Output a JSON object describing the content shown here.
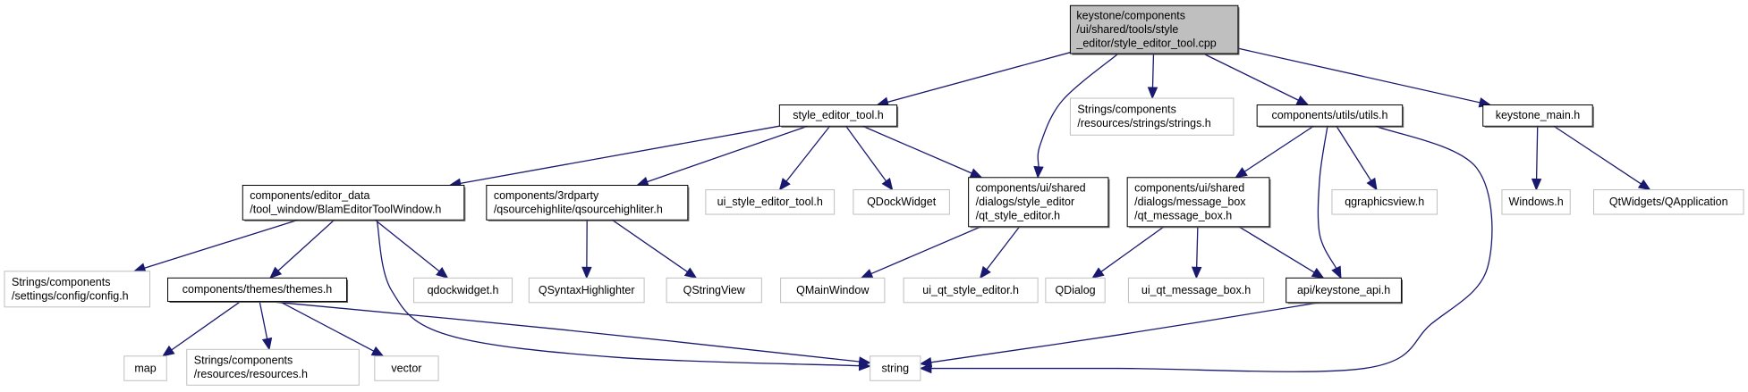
{
  "diagram": {
    "type": "include-dependency-graph",
    "colors": {
      "edge": "#191970",
      "root_fill": "#bfbfbf",
      "root_border": "#000000",
      "documented_border": "#000000",
      "external_border": "#bfbfbf",
      "node_fill": "#ffffff"
    },
    "nodes": [
      {
        "id": "root",
        "kind": "root",
        "lines": [
          "keystone/components",
          "/ui/shared/tools/style",
          "_editor/style_editor_tool.cpp"
        ]
      },
      {
        "id": "style_editor_tool_h",
        "kind": "documented",
        "lines": [
          "style_editor_tool.h"
        ]
      },
      {
        "id": "strings_h",
        "kind": "external",
        "lines": [
          "Strings/components",
          "/resources/strings/strings.h"
        ]
      },
      {
        "id": "utils_h",
        "kind": "documented",
        "lines": [
          "components/utils/utils.h"
        ]
      },
      {
        "id": "keystone_main_h",
        "kind": "documented",
        "lines": [
          "keystone_main.h"
        ]
      },
      {
        "id": "blam_tool_window_h",
        "kind": "documented",
        "lines": [
          "components/editor_data",
          "/tool_window/BlamEditorToolWindow.h"
        ]
      },
      {
        "id": "qsourcehighliter_h",
        "kind": "documented",
        "lines": [
          "components/3rdparty",
          "/qsourcehighlite/qsourcehighliter.h"
        ]
      },
      {
        "id": "ui_style_editor_tool_h",
        "kind": "external",
        "lines": [
          "ui_style_editor_tool.h"
        ]
      },
      {
        "id": "qdockwidget_cls",
        "kind": "external",
        "lines": [
          "QDockWidget"
        ]
      },
      {
        "id": "qt_style_editor_h",
        "kind": "documented",
        "lines": [
          "components/ui/shared",
          "/dialogs/style_editor",
          "/qt_style_editor.h"
        ]
      },
      {
        "id": "qt_message_box_h",
        "kind": "documented",
        "lines": [
          "components/ui/shared",
          "/dialogs/message_box",
          "/qt_message_box.h"
        ]
      },
      {
        "id": "qgraphicsview_h",
        "kind": "external",
        "lines": [
          "qgraphicsview.h"
        ]
      },
      {
        "id": "windows_h",
        "kind": "external",
        "lines": [
          "Windows.h"
        ]
      },
      {
        "id": "qapplication",
        "kind": "external",
        "lines": [
          "QtWidgets/QApplication"
        ]
      },
      {
        "id": "config_h",
        "kind": "external",
        "lines": [
          "Strings/components",
          "/settings/config/config.h"
        ]
      },
      {
        "id": "themes_h",
        "kind": "documented",
        "lines": [
          "components/themes/themes.h"
        ]
      },
      {
        "id": "qdockwidget_h",
        "kind": "external",
        "lines": [
          "qdockwidget.h"
        ]
      },
      {
        "id": "qsyntaxhighlighter",
        "kind": "external",
        "lines": [
          "QSyntaxHighlighter"
        ]
      },
      {
        "id": "qstringview",
        "kind": "external",
        "lines": [
          "QStringView"
        ]
      },
      {
        "id": "qmainwindow",
        "kind": "external",
        "lines": [
          "QMainWindow"
        ]
      },
      {
        "id": "ui_qt_style_editor_h",
        "kind": "external",
        "lines": [
          "ui_qt_style_editor.h"
        ]
      },
      {
        "id": "qdialog",
        "kind": "external",
        "lines": [
          "QDialog"
        ]
      },
      {
        "id": "ui_qt_message_box_h",
        "kind": "external",
        "lines": [
          "ui_qt_message_box.h"
        ]
      },
      {
        "id": "keystone_api_h",
        "kind": "documented",
        "lines": [
          "api/keystone_api.h"
        ]
      },
      {
        "id": "map",
        "kind": "external",
        "lines": [
          "map"
        ]
      },
      {
        "id": "resources_h",
        "kind": "external",
        "lines": [
          "Strings/components",
          "/resources/resources.h"
        ]
      },
      {
        "id": "vector",
        "kind": "external",
        "lines": [
          "vector"
        ]
      },
      {
        "id": "string",
        "kind": "external",
        "lines": [
          "string"
        ]
      }
    ],
    "edges": [
      {
        "from": "root",
        "to": "style_editor_tool_h"
      },
      {
        "from": "root",
        "to": "qt_style_editor_h"
      },
      {
        "from": "root",
        "to": "strings_h"
      },
      {
        "from": "root",
        "to": "utils_h"
      },
      {
        "from": "root",
        "to": "keystone_main_h"
      },
      {
        "from": "style_editor_tool_h",
        "to": "blam_tool_window_h"
      },
      {
        "from": "style_editor_tool_h",
        "to": "qsourcehighliter_h"
      },
      {
        "from": "style_editor_tool_h",
        "to": "ui_style_editor_tool_h"
      },
      {
        "from": "style_editor_tool_h",
        "to": "qdockwidget_cls"
      },
      {
        "from": "style_editor_tool_h",
        "to": "qt_style_editor_h"
      },
      {
        "from": "utils_h",
        "to": "qt_message_box_h"
      },
      {
        "from": "utils_h",
        "to": "keystone_api_h"
      },
      {
        "from": "utils_h",
        "to": "qgraphicsview_h"
      },
      {
        "from": "utils_h",
        "to": "string"
      },
      {
        "from": "keystone_main_h",
        "to": "windows_h"
      },
      {
        "from": "keystone_main_h",
        "to": "qapplication"
      },
      {
        "from": "blam_tool_window_h",
        "to": "config_h"
      },
      {
        "from": "blam_tool_window_h",
        "to": "themes_h"
      },
      {
        "from": "blam_tool_window_h",
        "to": "string"
      },
      {
        "from": "blam_tool_window_h",
        "to": "qdockwidget_h"
      },
      {
        "from": "qsourcehighliter_h",
        "to": "qsyntaxhighlighter"
      },
      {
        "from": "qsourcehighliter_h",
        "to": "qstringview"
      },
      {
        "from": "qt_style_editor_h",
        "to": "qmainwindow"
      },
      {
        "from": "qt_style_editor_h",
        "to": "ui_qt_style_editor_h"
      },
      {
        "from": "qt_message_box_h",
        "to": "qdialog"
      },
      {
        "from": "qt_message_box_h",
        "to": "ui_qt_message_box_h"
      },
      {
        "from": "qt_message_box_h",
        "to": "keystone_api_h"
      },
      {
        "from": "themes_h",
        "to": "map"
      },
      {
        "from": "themes_h",
        "to": "resources_h"
      },
      {
        "from": "themes_h",
        "to": "vector"
      },
      {
        "from": "themes_h",
        "to": "string"
      },
      {
        "from": "keystone_api_h",
        "to": "string"
      }
    ]
  }
}
